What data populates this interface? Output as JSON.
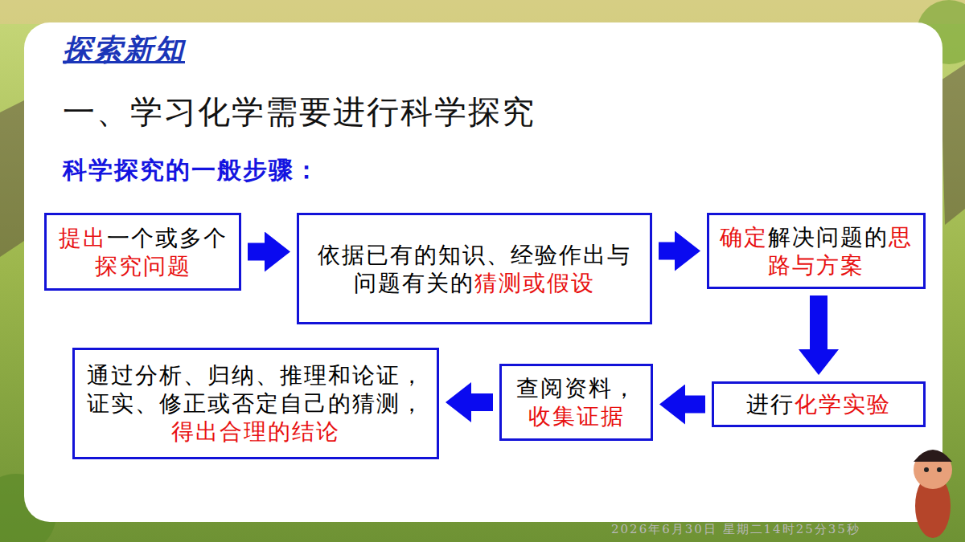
{
  "diagram": {
    "title": "一、学习化学需要进行科学探究",
    "nodes": [
      {
        "text": [
          "提出一个或多个探究问题"
        ]
      },
      {
        "text": [
          "依据已有的知识、经验作出与问题有关的猜测或假设"
        ]
      },
      {
        "text": [
          "确定解决问题的思路与方案"
        ]
      },
      {
        "text": [
          "进行化学实验"
        ]
      },
      {
        "text": [
          "查阅资料，收集证据"
        ]
      },
      {
        "text": [
          "通过分析、归纳、推理和论证，证实、修正或否定自己的猜测，得出合理的结论"
        ]
      }
    ],
    "edges": [
      {
        "from": 0,
        "to": 1,
        "arrow": "to"
      },
      {
        "from": 1,
        "to": 2,
        "arrow": "to"
      },
      {
        "from": 2,
        "to": 3,
        "arrow": "to"
      },
      {
        "from": 3,
        "to": 4,
        "arrow": "to"
      },
      {
        "from": 4,
        "to": 5,
        "arrow": "to"
      }
    ],
    "labels": [
      "探索新知",
      "科学探究的一般步骤：",
      "2026年6月30日 星期二14时25分35秒"
    ]
  }
}
